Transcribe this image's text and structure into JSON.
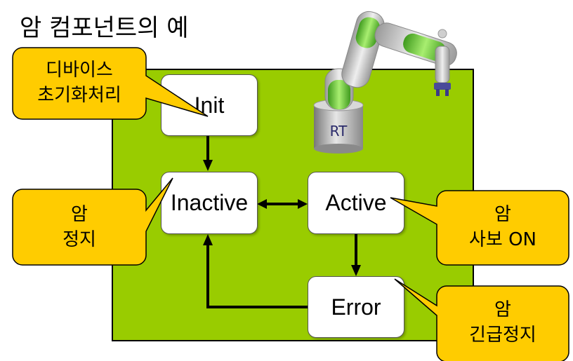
{
  "title": "암 컴포넌트의 예",
  "states": {
    "init": "Init",
    "inactive": "Inactive",
    "active": "Active",
    "error": "Error"
  },
  "callouts": {
    "init": [
      "디바이스",
      "초기화처리"
    ],
    "inactive": [
      "암",
      "정지"
    ],
    "active": [
      "암",
      "사보 ON"
    ],
    "error": [
      "암",
      "긴급정지"
    ]
  },
  "robot": {
    "base_label": "RT"
  },
  "colors": {
    "panel": "#99cc00",
    "callout": "#ffcc00",
    "arm_gray": "#c8c8c8",
    "arm_green": "#6fcf3a"
  }
}
